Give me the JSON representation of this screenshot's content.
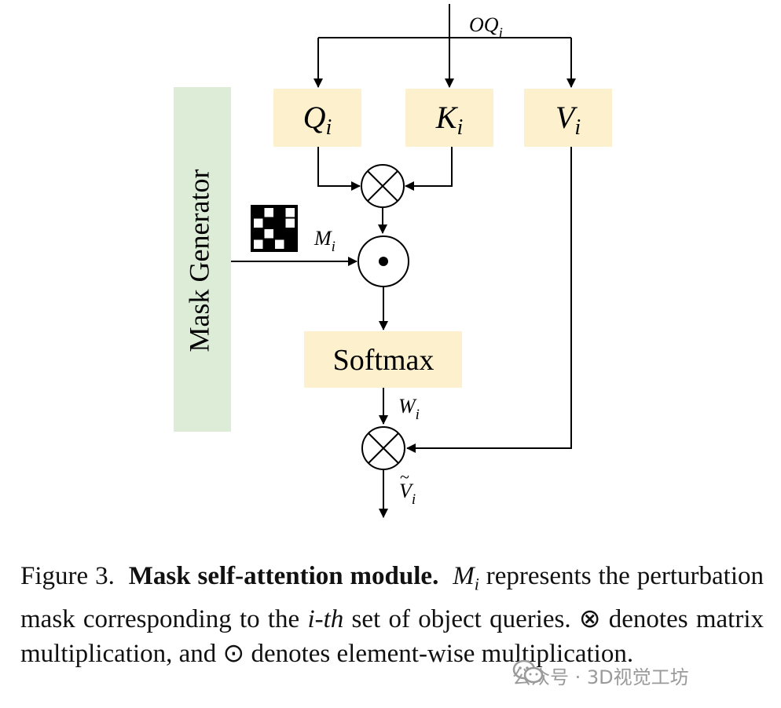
{
  "colors": {
    "node_fill": "#fdf0cd",
    "mask_generator_fill": "#dcecd6",
    "line": "#000000"
  },
  "diagram": {
    "input_label": "OQ",
    "input_sub": "i",
    "query": {
      "main": "Q",
      "sub": "i"
    },
    "key": {
      "main": "K",
      "sub": "i"
    },
    "value": {
      "main": "V",
      "sub": "i"
    },
    "mask_generator": "Mask Generator",
    "mask_label": {
      "main": "M",
      "sub": "i"
    },
    "softmax": "Softmax",
    "weight_label": {
      "main": "W",
      "sub": "i"
    },
    "output_label": {
      "main": "V",
      "sub": "i",
      "accent": "~"
    },
    "operators": {
      "matmul_symbol": "⊗",
      "elementwise_symbol": "⊙"
    },
    "mask_pattern": [
      [
        0,
        1,
        0,
        1
      ],
      [
        1,
        0,
        0,
        1
      ],
      [
        0,
        1,
        0,
        0
      ],
      [
        1,
        0,
        1,
        0
      ]
    ]
  },
  "caption": {
    "figure_label": "Figure 3.",
    "title": "Mask self-attention module.",
    "sym_m": "M",
    "sym_m_sub": "i",
    "text1": " represents the perturbation mask corresponding to the ",
    "i_th": "i-th",
    "text2": " set of object queries. ",
    "matmul_symbol": "⊗",
    "text3": " denotes matrix multiplication, and ",
    "elementwise_symbol": "⊙",
    "text4": " denotes element-wise multiplication."
  },
  "watermark": {
    "text": "公众号 · 3D视觉工坊",
    "logo_icon": "wechat-icon"
  }
}
